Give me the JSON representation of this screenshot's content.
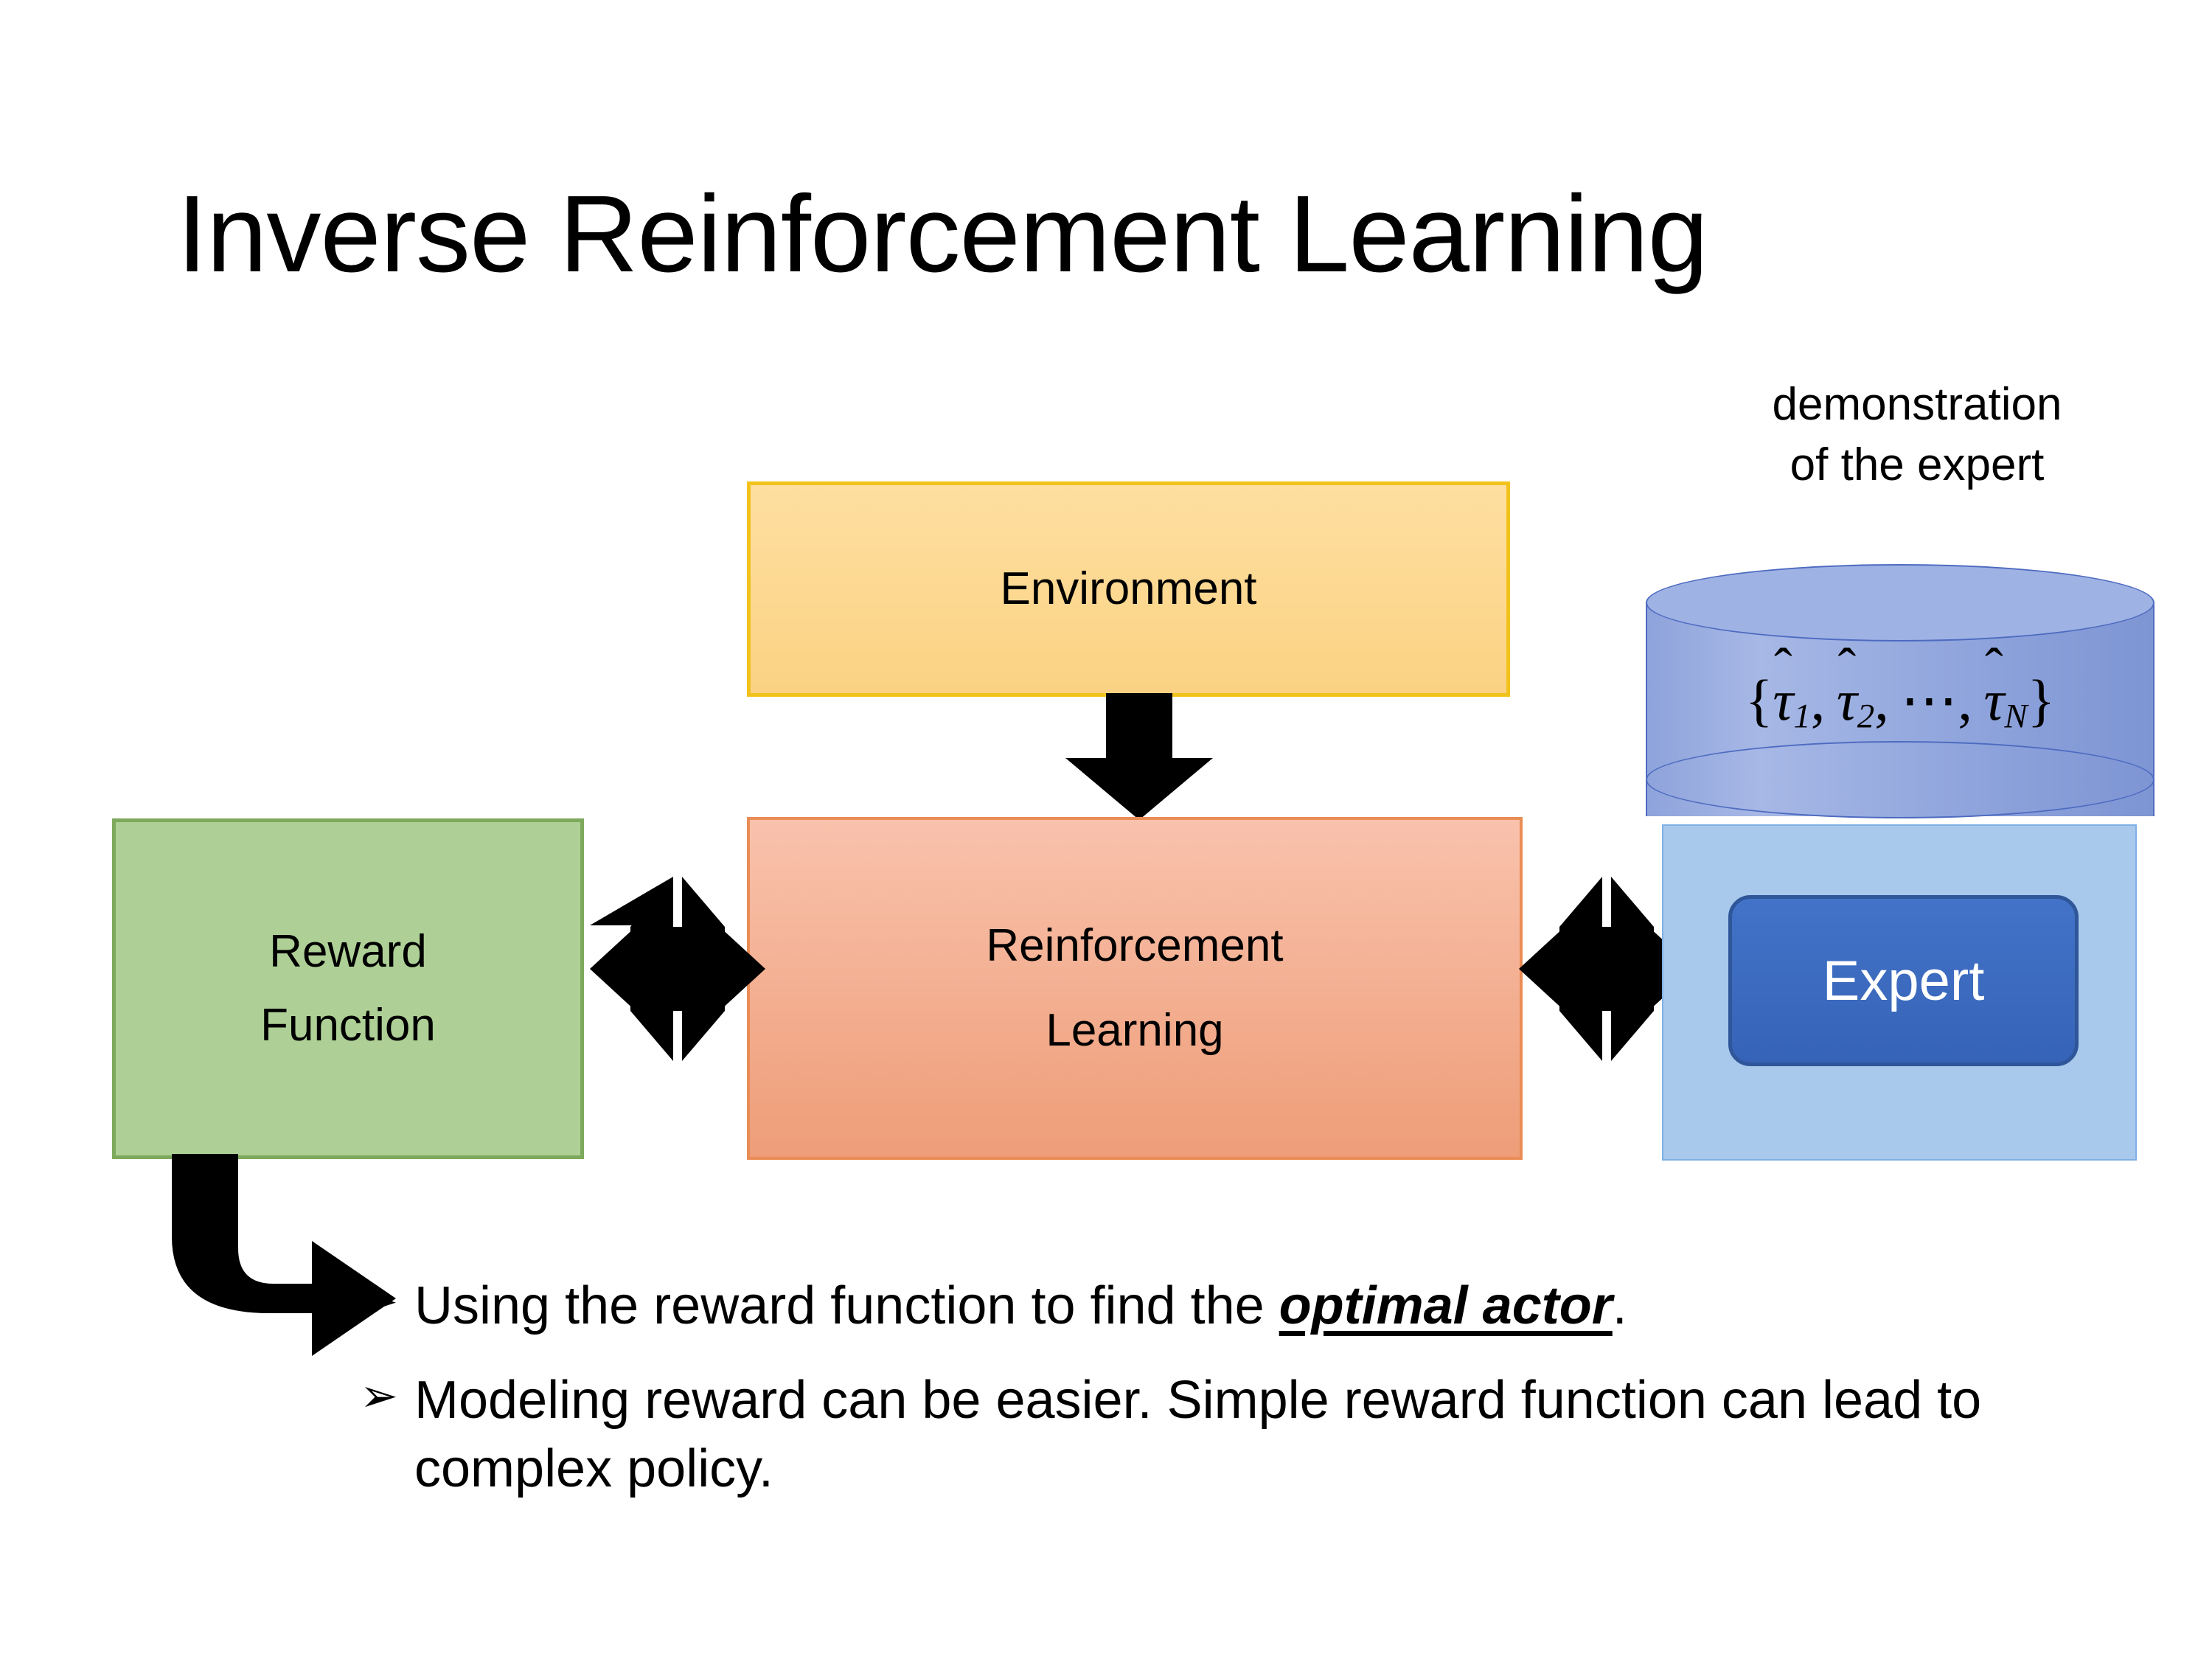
{
  "slide": {
    "title": "Inverse Reinforcement Learning",
    "background_color": "#FFFFFF"
  },
  "diagram": {
    "environment_box": {
      "label": "Environment",
      "fill_color": "#FBD283",
      "border_color": "#F2C21C"
    },
    "rl_box": {
      "line1": "Reinforcement",
      "line2": "Learning",
      "fill_color": "#EE9D78",
      "border_color": "#E98C55"
    },
    "reward_box": {
      "line1": "Reward",
      "line2": "Function",
      "fill_color": "#AED096",
      "border_color": "#7EA95C"
    },
    "expert_group": {
      "caption_line1": "demonstration",
      "caption_line2": "of the expert",
      "cylinder_formula_open": "{",
      "cylinder_formula_close": "}",
      "tau_symbol": "τ",
      "hat_symbol": "̂",
      "sub_1": "1",
      "sub_2": "2",
      "ellipsis": "⋯",
      "sub_N": "N",
      "comma": ",",
      "expert_label": "Expert",
      "cylinder_fill_color": "#90A5DC",
      "container_fill_color": "#A8C8EC",
      "expert_fill_color": "#3663B7",
      "expert_text_color": "#FFFFFF"
    },
    "arrows": {
      "environment_to_rl": "down-arrow",
      "reward_to_rl": "quad-arrow",
      "rl_to_expert": "quad-arrow",
      "reward_to_bullets": "elbow-arrow",
      "color": "#000000"
    }
  },
  "bullets": {
    "marker": "➢",
    "items": [
      {
        "pre": "Using the reward function to find the ",
        "emphasis": "optimal actor",
        "post": "."
      },
      {
        "pre": "Modeling reward can be easier. Simple reward function can lead to complex policy.",
        "emphasis": "",
        "post": ""
      }
    ]
  }
}
